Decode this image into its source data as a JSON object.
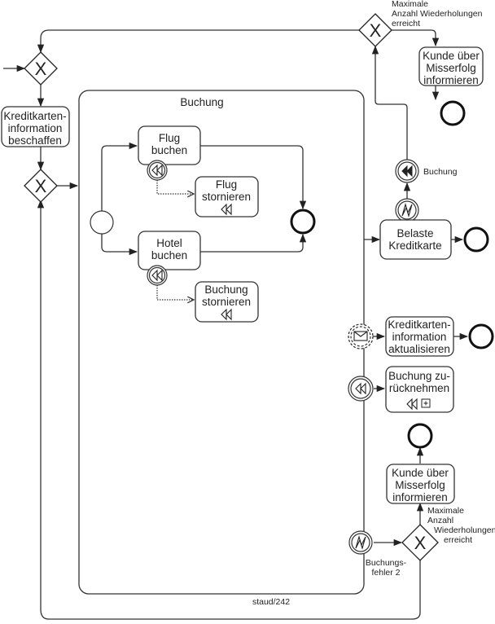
{
  "diagram": {
    "subprocess_label": "Buchung",
    "footer": "staud/242",
    "gateway_symbol": "X",
    "tasks": {
      "kreditkarte_beschaffen": [
        "Kreditkarten-",
        "information",
        "beschaffen"
      ],
      "flug_buchen": [
        "Flug",
        "buchen"
      ],
      "flug_stornieren": [
        "Flug",
        "stornieren"
      ],
      "hotel_buchen": [
        "Hotel",
        "buchen"
      ],
      "buchung_stornieren": [
        "Buchung",
        "stornieren"
      ],
      "kunde_informieren_top": [
        "Kunde über",
        "Misserfolg",
        "informieren"
      ],
      "belaste_kreditkarte": [
        "Belaste",
        "Kreditkarte"
      ],
      "kreditkarte_aktualisieren": [
        "Kreditkarten-",
        "information",
        "aktualisieren"
      ],
      "buchung_zuruecknehmen": [
        "Buchung zu-",
        "rücknehmen"
      ],
      "kunde_informieren_bottom": [
        "Kunde über",
        "Misserfolg",
        "informieren"
      ]
    },
    "labels": {
      "max_top": [
        "Maximale",
        "Anzahl Wiederholungen",
        "erreicht"
      ],
      "max_bottom": [
        "Maximale",
        "Anzahl",
        "Wiederholungen",
        "erreicht"
      ],
      "buchung_event": "Buchung",
      "buchungsfehler": [
        "Buchungs-",
        "fehler 2"
      ]
    },
    "icons": {
      "compensation": "compensation-icon",
      "error": "error-icon",
      "message": "message-icon",
      "collapsed": "plus-icon"
    }
  }
}
